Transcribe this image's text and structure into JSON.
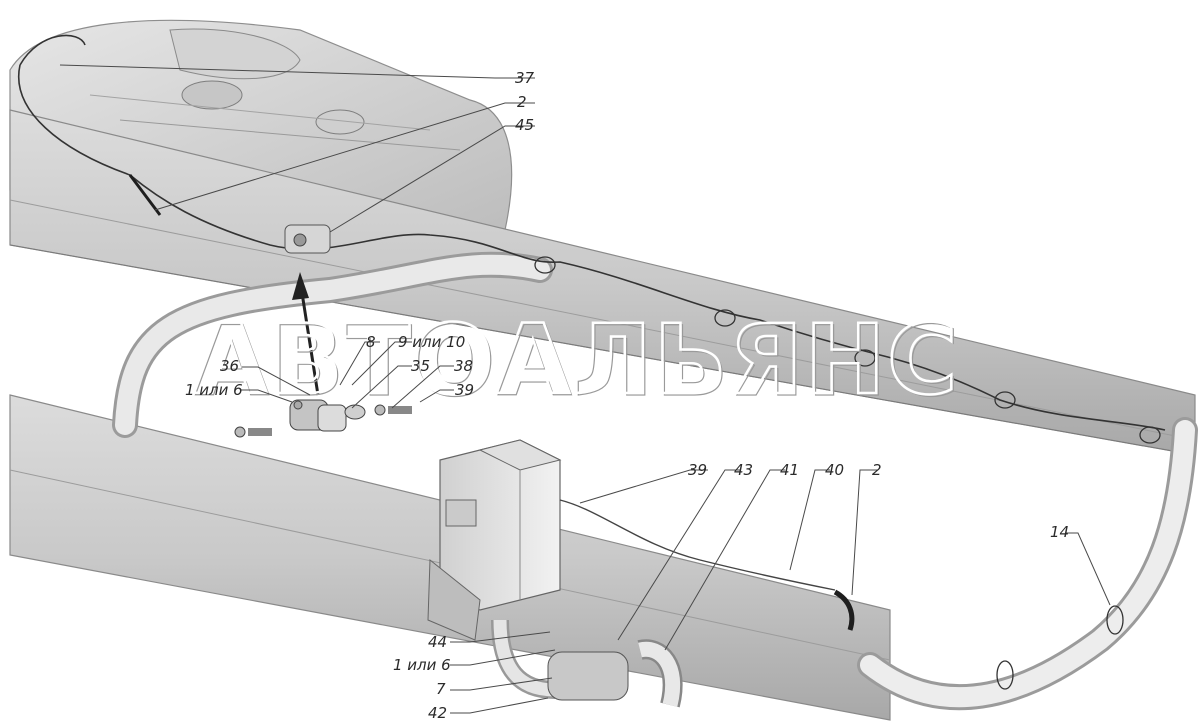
{
  "watermark": {
    "text": "АВТОАЛЬЯНС"
  },
  "labels": [
    {
      "id": "l37",
      "text": "37"
    },
    {
      "id": "l2a",
      "text": "2"
    },
    {
      "id": "l45",
      "text": "45"
    },
    {
      "id": "l8",
      "text": "8"
    },
    {
      "id": "l9",
      "text": "9 или 10"
    },
    {
      "id": "l36",
      "text": "36"
    },
    {
      "id": "l35",
      "text": "35"
    },
    {
      "id": "l38",
      "text": "38"
    },
    {
      "id": "l1a",
      "text": "1 или 6"
    },
    {
      "id": "l39a",
      "text": "39"
    },
    {
      "id": "l39b",
      "text": "39"
    },
    {
      "id": "l43",
      "text": "43"
    },
    {
      "id": "l41",
      "text": "41"
    },
    {
      "id": "l40",
      "text": "40"
    },
    {
      "id": "l2b",
      "text": "2"
    },
    {
      "id": "l14",
      "text": "14"
    },
    {
      "id": "l44",
      "text": "44"
    },
    {
      "id": "l1b",
      "text": "1 или 6"
    },
    {
      "id": "l7",
      "text": "7"
    },
    {
      "id": "l42",
      "text": "42"
    }
  ]
}
